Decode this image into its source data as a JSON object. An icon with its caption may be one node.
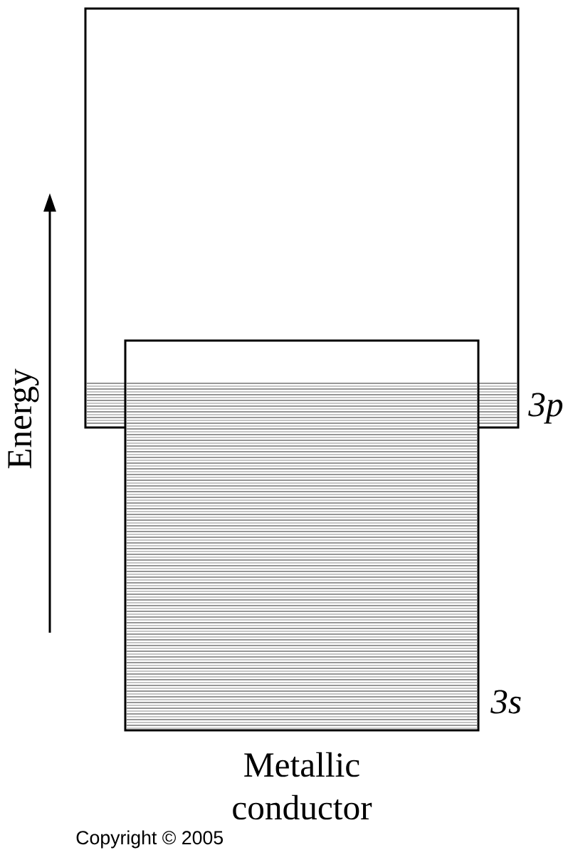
{
  "diagram": {
    "caption": "Metallic conductor",
    "nodes": [
      {
        "text": [],
        "shape": "box",
        "beside": [
          "3p"
        ]
      },
      {
        "text": [],
        "shape": "box",
        "beside": [
          "3s"
        ]
      }
    ],
    "labels": [
      "Energy",
      "Copyright © 2005"
    ]
  }
}
